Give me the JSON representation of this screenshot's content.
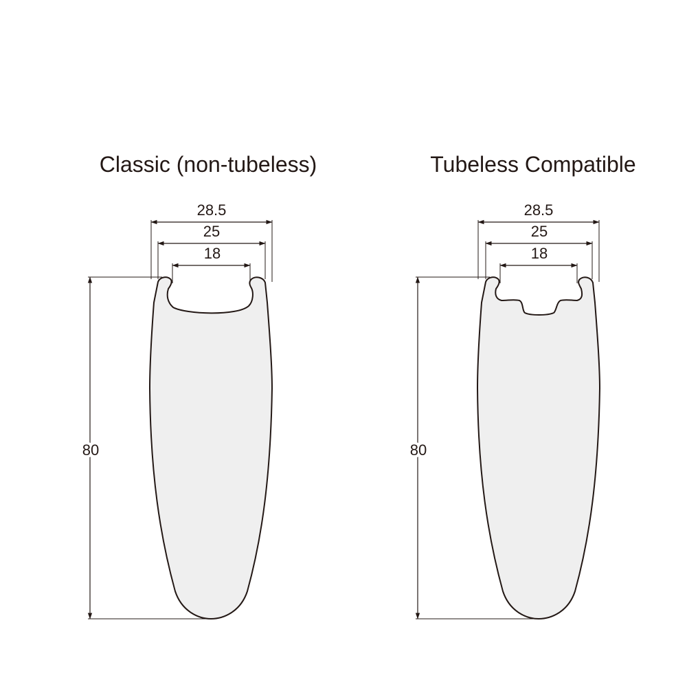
{
  "colors": {
    "stroke": "#231815",
    "fill": "#efefef",
    "background": "#ffffff"
  },
  "profiles": [
    {
      "title": "Classic (non-tubeless)",
      "widths": {
        "outer": "28.5",
        "inner": "25",
        "bed": "18"
      },
      "height": "80"
    },
    {
      "title": "Tubeless Compatible",
      "widths": {
        "outer": "28.5",
        "inner": "25",
        "bed": "18"
      },
      "height": "80"
    }
  ]
}
